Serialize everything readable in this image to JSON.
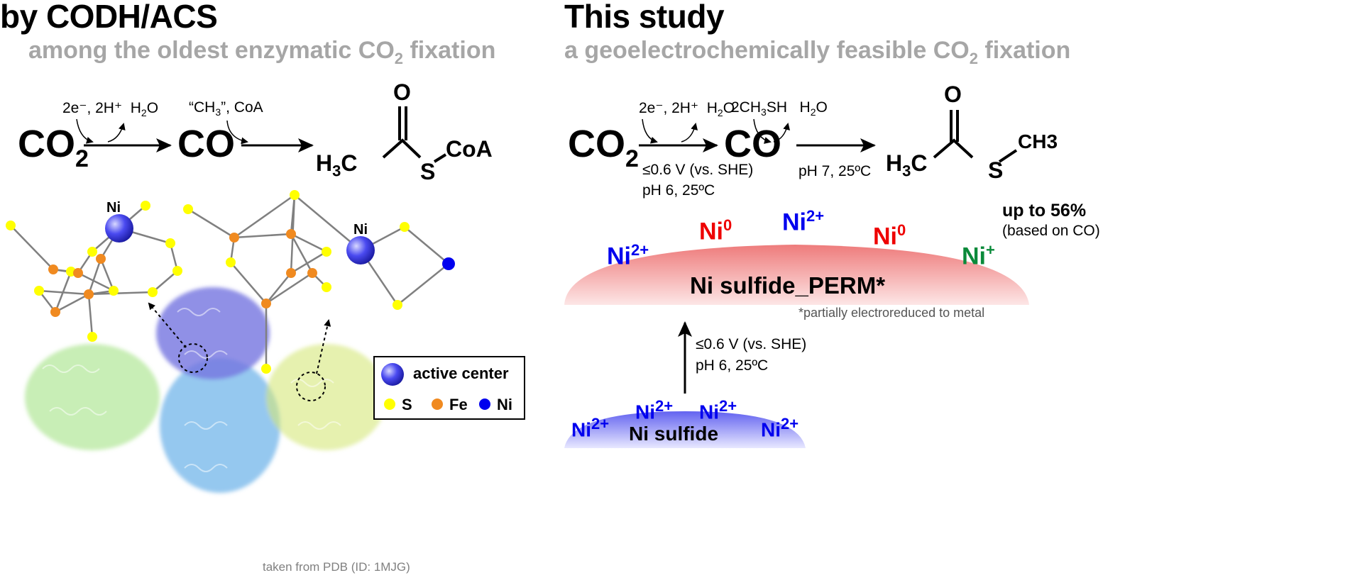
{
  "left": {
    "title": "by CODH/ACS",
    "subtitle": "among the oldest enzymatic CO",
    "subtitle_sub": "2",
    "subtitle_end": " fixation",
    "scheme": {
      "co2": "CO",
      "co2_sub": "2",
      "step1_reagents": "2e⁻, 2H⁺",
      "step1_water": "H",
      "step1_water_sub": "2",
      "step1_water_end": "O",
      "co": "CO",
      "step2_reagents_a": "“CH",
      "step2_reagents_sub": "3",
      "step2_reagents_b": "”, CoA",
      "product_O": "O",
      "product_H3C_H": "H",
      "product_H3C_sub": "3",
      "product_H3C_C": "C",
      "product_S": "S",
      "product_CoA": "CoA"
    },
    "structure": {
      "ni_label_1": "Ni",
      "ni_label_2": "Ni",
      "legend": {
        "active_center": "active center",
        "s": "S",
        "fe": "Fe",
        "ni": "Ni"
      },
      "credit": "taken from PDB (ID: 1MJG)"
    }
  },
  "right": {
    "title": "This study",
    "subtitle": "a geoelectrochemically feasible CO",
    "subtitle_sub": "2",
    "subtitle_end": " fixation",
    "scheme": {
      "co2": "CO",
      "co2_sub": "2",
      "step1_reagents": "2e⁻, 2H⁺",
      "step1_water": "H",
      "step1_water_sub": "2",
      "step1_water_end": "O",
      "step1_cond1": "≤0.6 V (vs. SHE)",
      "step1_cond2": "pH 6, 25ºC",
      "co": "CO",
      "step2_reagents_a": "2CH",
      "step2_reagents_sub": "3",
      "step2_reagents_b": "SH",
      "step2_water": "H",
      "step2_water_sub": "2",
      "step2_water_end": "O",
      "step2_cond": "pH 7, 25ºC",
      "product_O": "O",
      "product_H3C_H": "H",
      "product_H3C_sub": "3",
      "product_H3C_C": "C",
      "product_S": "S",
      "product_CH3": "CH3",
      "yield": "up to 56%",
      "yield_basis": "(based on CO)"
    },
    "perm": {
      "species": [
        {
          "base": "Ni",
          "charge": "2+"
        },
        {
          "base": "Ni",
          "charge": "0"
        },
        {
          "base": "Ni",
          "charge": "2+"
        },
        {
          "base": "Ni",
          "charge": "0"
        },
        {
          "base": "Ni",
          "charge": "+"
        }
      ],
      "label": "Ni sulfide_PERM*",
      "footnote": "*partially electroreduced to metal"
    },
    "conversion": {
      "cond1": "≤0.6 V (vs. SHE)",
      "cond2": "pH 6, 25ºC"
    },
    "sulfide": {
      "species": [
        {
          "base": "Ni",
          "charge": "2+"
        },
        {
          "base": "Ni",
          "charge": "2+"
        },
        {
          "base": "Ni",
          "charge": "2+"
        },
        {
          "base": "Ni",
          "charge": "2+"
        }
      ],
      "label": "Ni sulfide"
    }
  },
  "colors": {
    "ni2": "#0000ee",
    "ni0": "#ee0000",
    "ni1": "#0a8a3a",
    "subtitle": "#a6a6a6",
    "perm": "#f08080",
    "sulfide": "#6e6ef5"
  }
}
